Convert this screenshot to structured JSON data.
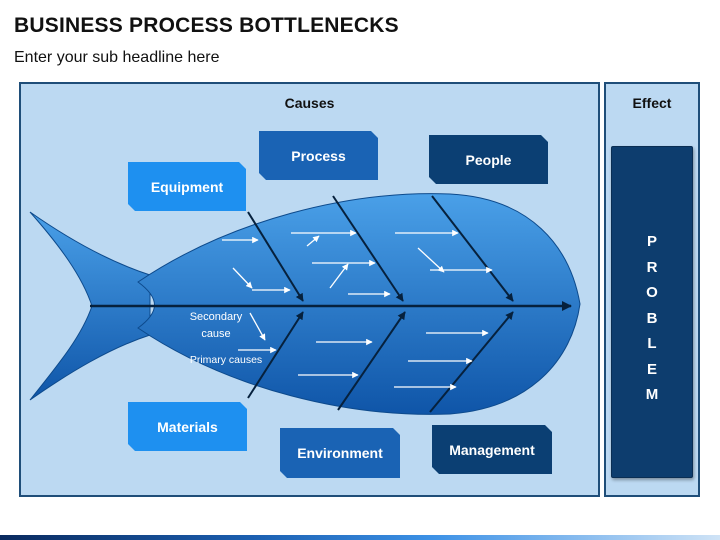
{
  "header": {
    "title": "BUSINESS PROCESS BOTTLENECKS",
    "subtitle": "Enter your sub headline here"
  },
  "causes": {
    "heading": "Causes",
    "categories": {
      "equipment": "Equipment",
      "process": "Process",
      "people": "People",
      "materials": "Materials",
      "environment": "Environment",
      "management": "Management"
    },
    "annotations": {
      "secondary_cause": "Secondary\ncause",
      "primary_causes": "Primary causes"
    }
  },
  "effect": {
    "heading": "Effect",
    "problem_letters": [
      "P",
      "R",
      "O",
      "B",
      "L",
      "E",
      "M"
    ]
  },
  "colors": {
    "background_panel": "#bcd9f2",
    "panel_border": "#1f4e79",
    "fish_light": "#3d93e0",
    "fish_dark": "#0f55a8",
    "box_light": "#1e90f0",
    "box_mid": "#1a63b4",
    "box_dark": "#0b3f73",
    "problem_box": "#0d3d6e"
  }
}
